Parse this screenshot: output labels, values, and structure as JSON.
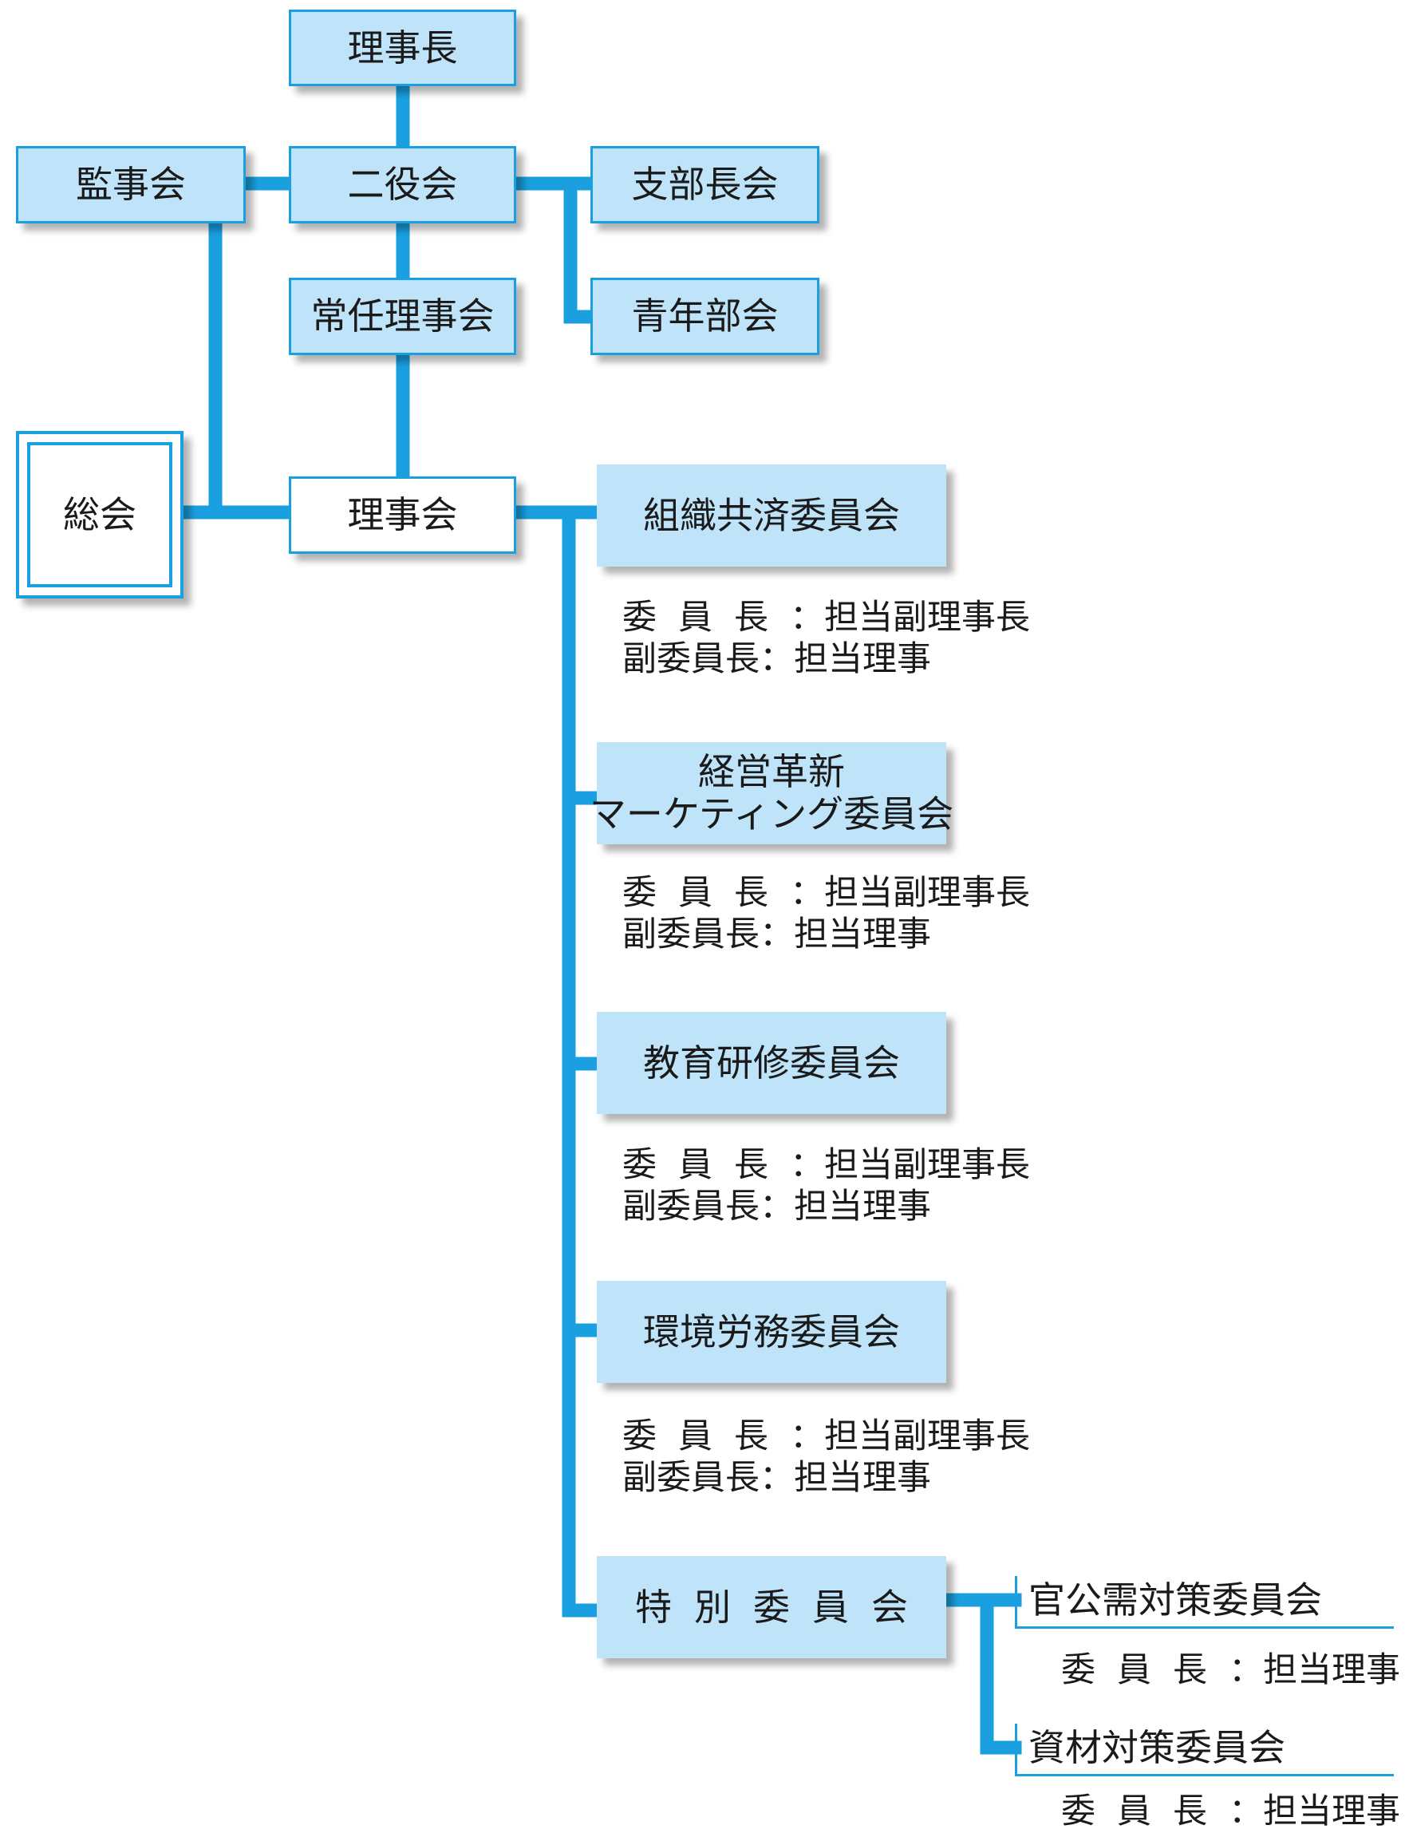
{
  "top": {
    "chairman": "理事長",
    "auditors": "監事会",
    "officers": "二役会",
    "branch_heads": "支部長会",
    "youth": "青年部会",
    "standing_board": "常任理事会",
    "general_meeting": "総会",
    "board": "理事会"
  },
  "committees": [
    {
      "name": "組織共済委員会",
      "chair_label": "委員長",
      "chair": "担当副理事長",
      "vice_label": "副委員長",
      "vice": "担当理事"
    },
    {
      "name_line1": "経営革新",
      "name_line2": "マーケティング委員会",
      "chair_label": "委員長",
      "chair": "担当副理事長",
      "vice_label": "副委員長",
      "vice": "担当理事"
    },
    {
      "name": "教育研修委員会",
      "chair_label": "委員長",
      "chair": "担当副理事長",
      "vice_label": "副委員長",
      "vice": "担当理事"
    },
    {
      "name": "環境労務委員会",
      "chair_label": "委員長",
      "chair": "担当副理事長",
      "vice_label": "副委員長",
      "vice": "担当理事"
    }
  ],
  "special": {
    "name": "特別委員会",
    "subs": [
      {
        "name": "官公需対策委員会",
        "chair_label": "委員長",
        "chair": "担当理事"
      },
      {
        "name": "資材対策委員会",
        "chair_label": "委員長",
        "chair": "担当理事"
      }
    ]
  },
  "separator": "："
}
